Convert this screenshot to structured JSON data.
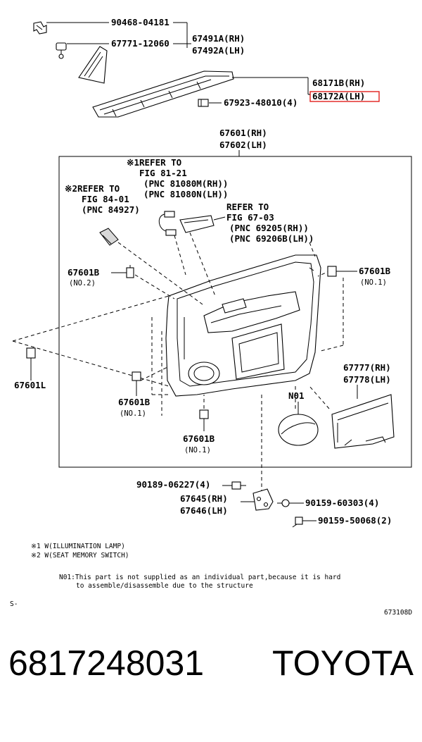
{
  "callouts": {
    "c1": "90468-04181",
    "c2": "67771-12060",
    "c3": "67491A(RH)",
    "c4": "67492A(LH)",
    "c5": "68171B(RH)",
    "c6": "68172A(LH)",
    "c7": "67923-48010(4)",
    "c8": "67601(RH)",
    "c9": "67602(LH)",
    "c10": "67601B",
    "c11": "67601B",
    "c12": "67601L",
    "c13": "67601B",
    "c14": "67601B",
    "c15": "67777(RH)",
    "c16": "67778(LH)",
    "c17": "N01",
    "c18": "90189-06227(4)",
    "c19": "67645(RH)",
    "c20": "67646(LH)",
    "c21": "90159-60303(4)",
    "c22": "90159-50068(2)"
  },
  "subs": {
    "s1": "(NO.2)",
    "s2": "(NO.1)",
    "s3": "(NO.1)",
    "s4": "(NO.1)"
  },
  "refs": {
    "r1a": "※1REFER TO",
    "r1b": "FIG 81-21",
    "r1c": "(PNC 81080M(RH))",
    "r1d": "(PNC 81080N(LH))",
    "r2a": "※2REFER TO",
    "r2b": "FIG 84-01",
    "r2c": "(PNC 84927)",
    "r3a": "REFER TO",
    "r3b": "FIG 67-03",
    "r3c": "(PNC 69205(RH))",
    "r3d": "(PNC 69206B(LH))"
  },
  "notes": {
    "n1": "※1 W(ILLUMINATION LAMP)",
    "n2": "※2 W(SEAT MEMORY SWITCH)",
    "n3": "N01:This part is not supplied as an individual part,because it is hard",
    "n4": "to assemble/disassemble due to the structure",
    "s_mark": "S-",
    "fig_code": "673108D"
  },
  "highlight_color": "#e0201c",
  "footer": {
    "part_number": "6817248031",
    "brand": "TOYOTA"
  }
}
